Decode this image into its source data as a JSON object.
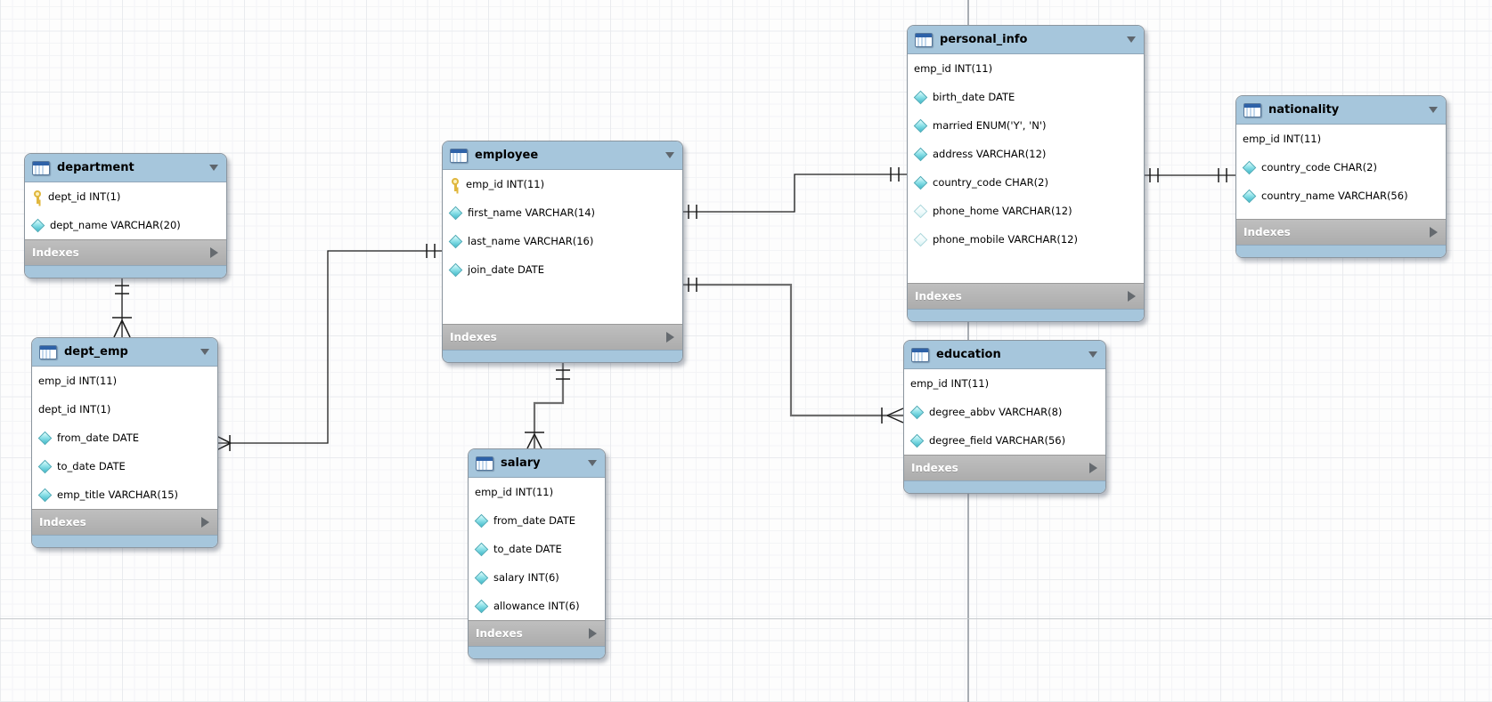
{
  "labels": {
    "indexes": "Indexes"
  },
  "colors": {
    "table_header_blue": "#a6c6dc",
    "footer_gray": "#b4b4b4",
    "primary_key_yellow": "#e0b73e",
    "column_diamond_cyan": "#3fb9c9",
    "relationship_line": "#1c1c1c"
  },
  "tables": {
    "department": {
      "title": "department",
      "columns": [
        {
          "icon": "key",
          "text": "dept_id INT(1)"
        },
        {
          "icon": "diamond",
          "text": "dept_name VARCHAR(20)"
        }
      ]
    },
    "dept_emp": {
      "title": "dept_emp",
      "columns": [
        {
          "icon": "none",
          "text": "emp_id INT(11)"
        },
        {
          "icon": "none",
          "text": "dept_id INT(1)"
        },
        {
          "icon": "diamond",
          "text": "from_date DATE"
        },
        {
          "icon": "diamond",
          "text": "to_date DATE"
        },
        {
          "icon": "diamond",
          "text": "emp_title VARCHAR(15)"
        }
      ]
    },
    "employee": {
      "title": "employee",
      "columns": [
        {
          "icon": "key",
          "text": "emp_id INT(11)"
        },
        {
          "icon": "diamond",
          "text": "first_name VARCHAR(14)"
        },
        {
          "icon": "diamond",
          "text": "last_name VARCHAR(16)"
        },
        {
          "icon": "diamond",
          "text": "join_date DATE"
        }
      ]
    },
    "salary": {
      "title": "salary",
      "columns": [
        {
          "icon": "none",
          "text": "emp_id INT(11)"
        },
        {
          "icon": "diamond",
          "text": "from_date DATE"
        },
        {
          "icon": "diamond",
          "text": "to_date DATE"
        },
        {
          "icon": "diamond",
          "text": "salary INT(6)"
        },
        {
          "icon": "diamond",
          "text": "allowance INT(6)"
        }
      ]
    },
    "personal_info": {
      "title": "personal_info",
      "columns": [
        {
          "icon": "none",
          "text": "emp_id INT(11)"
        },
        {
          "icon": "diamond",
          "text": "birth_date DATE"
        },
        {
          "icon": "diamond",
          "text": "married ENUM('Y', 'N')"
        },
        {
          "icon": "diamond",
          "text": "address VARCHAR(12)"
        },
        {
          "icon": "diamond",
          "text": "country_code CHAR(2)"
        },
        {
          "icon": "diamond_hollow",
          "text": "phone_home VARCHAR(12)"
        },
        {
          "icon": "diamond_hollow",
          "text": "phone_mobile VARCHAR(12)"
        }
      ]
    },
    "education": {
      "title": "education",
      "columns": [
        {
          "icon": "none",
          "text": "emp_id INT(11)"
        },
        {
          "icon": "diamond",
          "text": "degree_abbv VARCHAR(8)"
        },
        {
          "icon": "diamond",
          "text": "degree_field VARCHAR(56)"
        }
      ]
    },
    "nationality": {
      "title": "nationality",
      "columns": [
        {
          "icon": "none",
          "text": "emp_id INT(11)"
        },
        {
          "icon": "diamond",
          "text": "country_code CHAR(2)"
        },
        {
          "icon": "diamond",
          "text": "country_name VARCHAR(56)"
        }
      ]
    }
  },
  "relationships": [
    {
      "id": "department-dept_emp",
      "one_side": "department",
      "many_side": "dept_emp",
      "cardinality": "1:n"
    },
    {
      "id": "employee-dept_emp",
      "one_side": "employee",
      "many_side": "dept_emp",
      "cardinality": "1:n"
    },
    {
      "id": "employee-personal_info",
      "one_side": "employee",
      "many_side": "personal_info",
      "cardinality": "1:1"
    },
    {
      "id": "employee-education",
      "one_side": "employee",
      "many_side": "education",
      "cardinality": "1:n"
    },
    {
      "id": "employee-salary",
      "one_side": "employee",
      "many_side": "salary",
      "cardinality": "1:n"
    },
    {
      "id": "personal_info-nationality",
      "one_side": "personal_info",
      "many_side": "nationality",
      "cardinality": "1:1"
    }
  ]
}
